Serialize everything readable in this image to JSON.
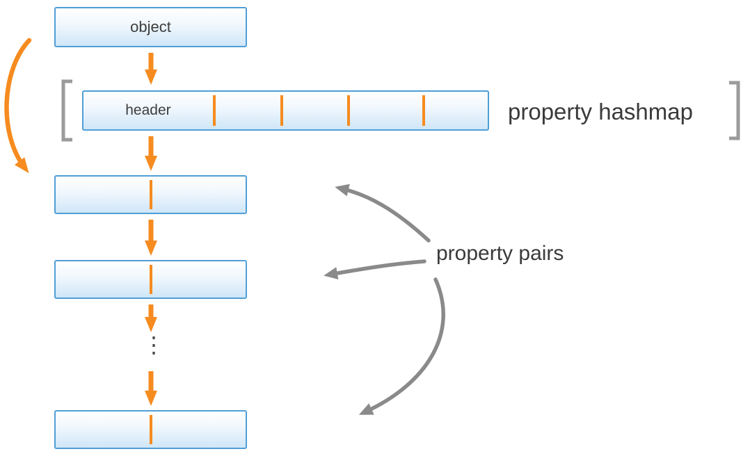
{
  "object_box": {
    "label": "object"
  },
  "hashmap": {
    "header_label": "header",
    "caption": "property hashmap",
    "slot_count": 5,
    "divider_count": 4
  },
  "pairs": {
    "caption": "property pairs",
    "visible_box_count": 3,
    "ellipsis": "⋮"
  },
  "colors": {
    "box_border": "#4f9ed6",
    "box_fill_bottom": "#cfe6f8",
    "arrow_orange": "#f68b1f",
    "arrow_gray": "#8a8a8a",
    "bracket_gray": "#9b9b9b",
    "text": "#3a3a3a"
  }
}
